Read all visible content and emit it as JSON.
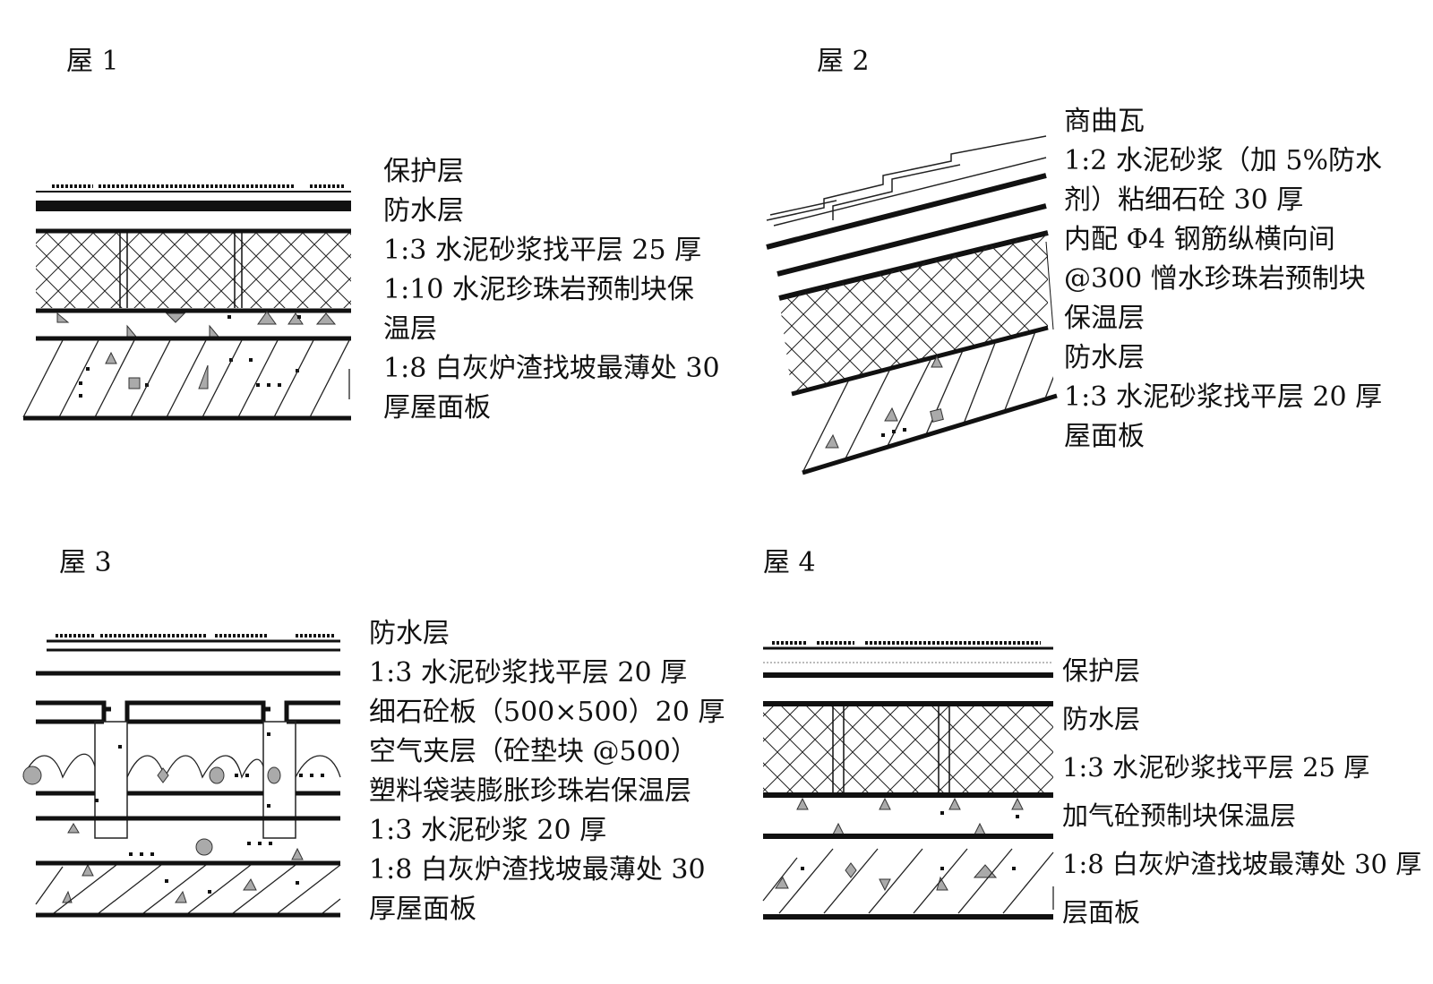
{
  "panels": [
    {
      "title": "屋 1",
      "labels": [
        "保护层",
        "防水层",
        "1:3 水泥砂浆找平层 25 厚",
        "1:10 水泥珍珠岩预制块保",
        "温层",
        "1:8 白灰炉渣找坡最薄处 30",
        "厚屋面板"
      ]
    },
    {
      "title": "屋 2",
      "labels": [
        "商曲瓦",
        "1:2 水泥砂浆（加 5%防水",
        "剂）粘细石砼 30 厚",
        "内配 Φ4 钢筋纵横向间",
        "@300 憎水珍珠岩预制块",
        "保温层",
        "防水层",
        "1:3 水泥砂浆找平层 20 厚",
        "屋面板"
      ]
    },
    {
      "title": "屋 3",
      "labels": [
        "防水层",
        "1:3 水泥砂浆找平层 20 厚",
        "细石砼板（500×500）20 厚",
        "空气夹层（砼垫块 @500）",
        "塑料袋装膨胀珍珠岩保温层",
        "1:3 水泥砂浆 20 厚",
        "1:8 白灰炉渣找坡最薄处 30",
        "厚屋面板"
      ]
    },
    {
      "title": "屋 4",
      "labels": [
        "保护层",
        "防水层",
        "1:3 水泥砂浆找平层 25 厚",
        "加气砼预制块保温层",
        "1:8 白灰炉渣找坡最薄处 30 厚",
        "层面板"
      ]
    }
  ]
}
